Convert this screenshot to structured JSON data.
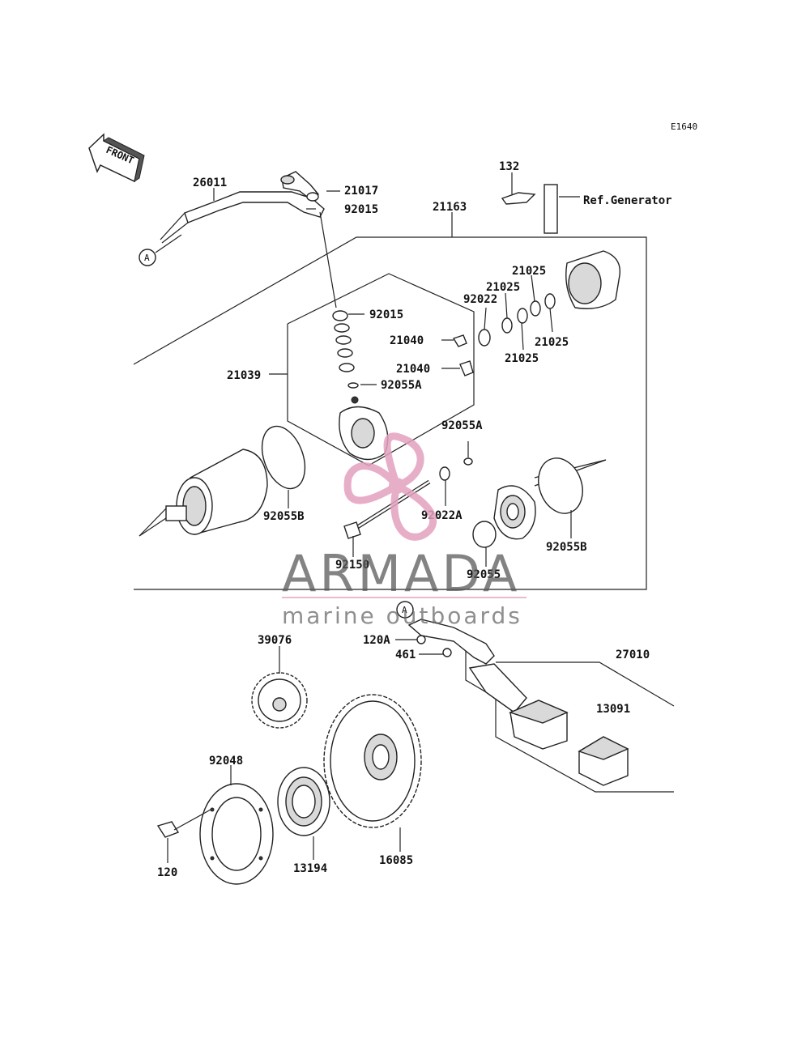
{
  "diagram_code": "E1640",
  "front_label": "FRONT",
  "callout_a": "A",
  "reference": "Ref.Generator",
  "parts": {
    "p26011": "26011",
    "p21017": "21017",
    "p92015_top": "92015",
    "p92015_mid": "92015",
    "p21163": "21163",
    "p132": "132",
    "p21025_a": "21025",
    "p21025_b": "21025",
    "p21025_c": "21025",
    "p21025_d": "21025",
    "p92022": "92022",
    "p21040_a": "21040",
    "p21040_b": "21040",
    "p21039": "21039",
    "p92055A_a": "92055A",
    "p92055A_b": "92055A",
    "p92055B_l": "92055B",
    "p92055B_r": "92055B",
    "p92022A": "92022A",
    "p92150": "92150",
    "p92055": "92055",
    "p120A": "120A",
    "p461": "461",
    "p27010": "27010",
    "p13091": "13091",
    "p39076": "39076",
    "p92048": "92048",
    "p120": "120",
    "p13194": "13194",
    "p16085": "16085"
  },
  "watermark": {
    "brand": "ARMADA",
    "tagline": "marine outboards",
    "logo_color": "#e3a1bf",
    "text_color": "#5a5a5a"
  }
}
